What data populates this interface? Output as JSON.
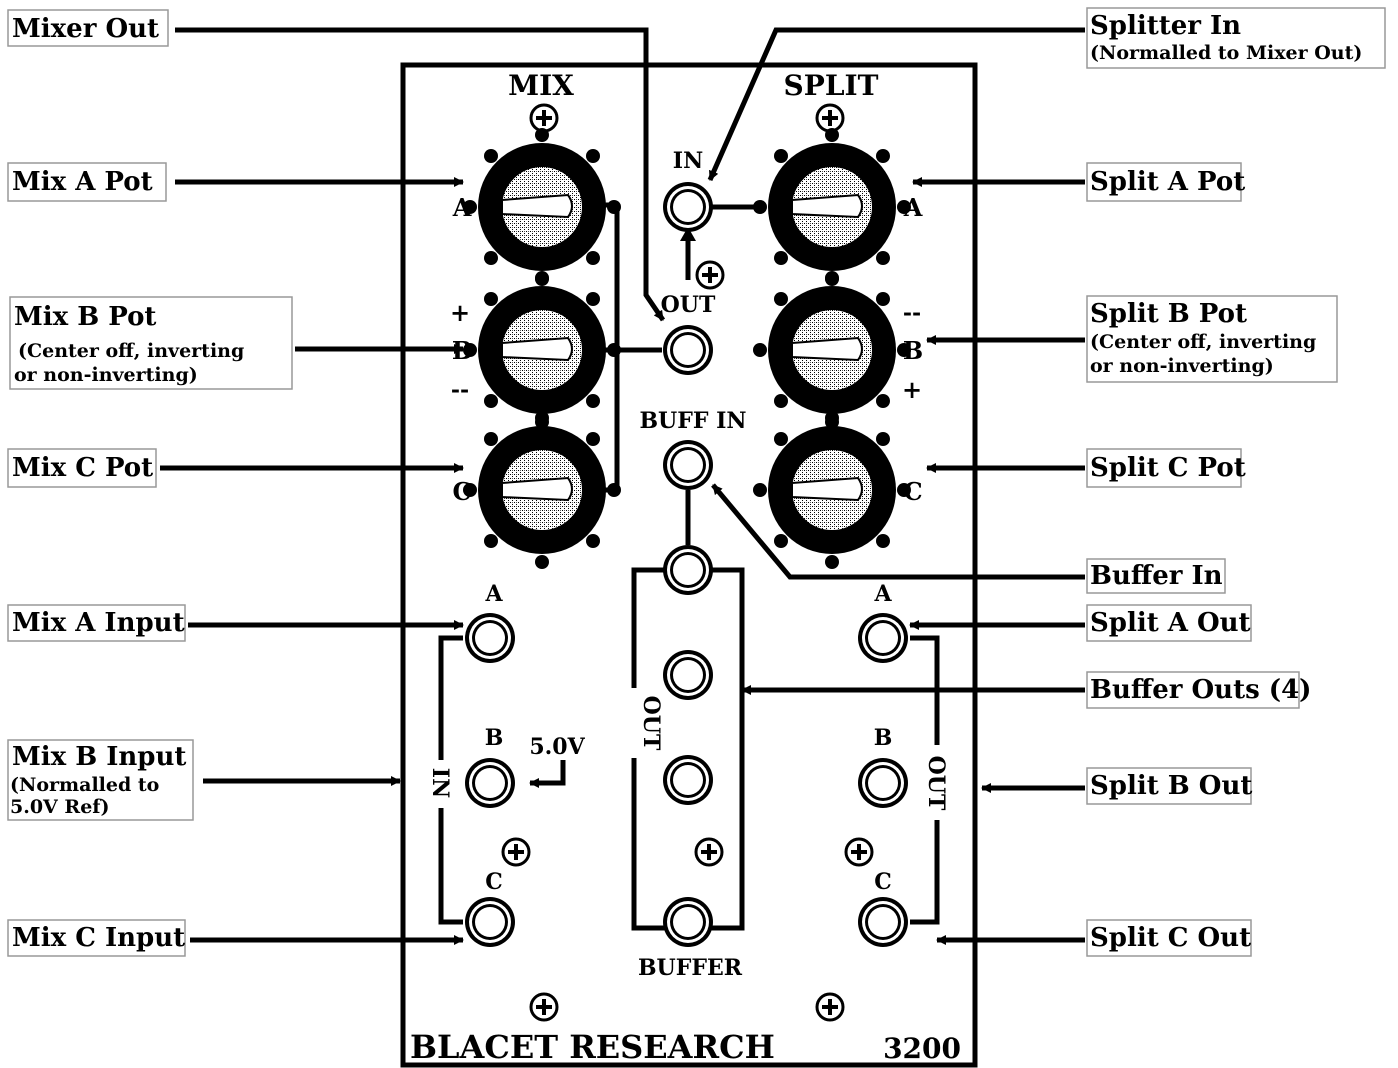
{
  "panel": {
    "mix_heading": "MIX",
    "split_heading": "SPLIT",
    "brand": "BLACET RESEARCH",
    "model": "3200",
    "mix_pot_labels": {
      "a": "A",
      "b": "B",
      "c": "C",
      "plus": "+",
      "minus": "--"
    },
    "split_pot_labels": {
      "a": "A",
      "b": "B",
      "c": "C",
      "plus": "+",
      "minus": "--"
    },
    "splitter_in_label": "IN",
    "mixer_out_label": "OUT",
    "buff_in_label": "BUFF IN",
    "buffer_out_label": "OUT",
    "buffer_label": "BUFFER",
    "mix_input_labels": {
      "a": "A",
      "b": "B",
      "c": "C",
      "group": "IN"
    },
    "ref_voltage_label": "5.0V",
    "split_out_labels": {
      "a": "A",
      "b": "B",
      "c": "C",
      "group": "OUT"
    }
  },
  "callouts": {
    "mixer_out": {
      "line1": "Mixer Out"
    },
    "splitter_in": {
      "line1": "Splitter In",
      "line2": "(Normalled to Mixer Out)"
    },
    "mix_a_pot": {
      "line1": "Mix A Pot"
    },
    "split_a_pot": {
      "line1": "Split A Pot"
    },
    "mix_b_pot": {
      "line1": "Mix B Pot",
      "line2": "(Center off, inverting",
      "line3": "or non-inverting)"
    },
    "split_b_pot": {
      "line1": "Split B Pot",
      "line2": "(Center off, inverting",
      "line3": "or non-inverting)"
    },
    "mix_c_pot": {
      "line1": "Mix C Pot"
    },
    "split_c_pot": {
      "line1": "Split C Pot"
    },
    "buffer_in": {
      "line1": "Buffer In"
    },
    "mix_a_input": {
      "line1": "Mix A Input"
    },
    "split_a_out": {
      "line1": "Split A Out"
    },
    "buffer_outs": {
      "line1": "Buffer Outs (4)"
    },
    "mix_b_input": {
      "line1": "Mix B Input",
      "line2": "(Normalled to",
      "line3": "5.0V Ref)"
    },
    "split_b_out": {
      "line1": "Split B Out"
    },
    "mix_c_input": {
      "line1": "Mix C Input"
    },
    "split_c_out": {
      "line1": "Split C Out"
    }
  }
}
